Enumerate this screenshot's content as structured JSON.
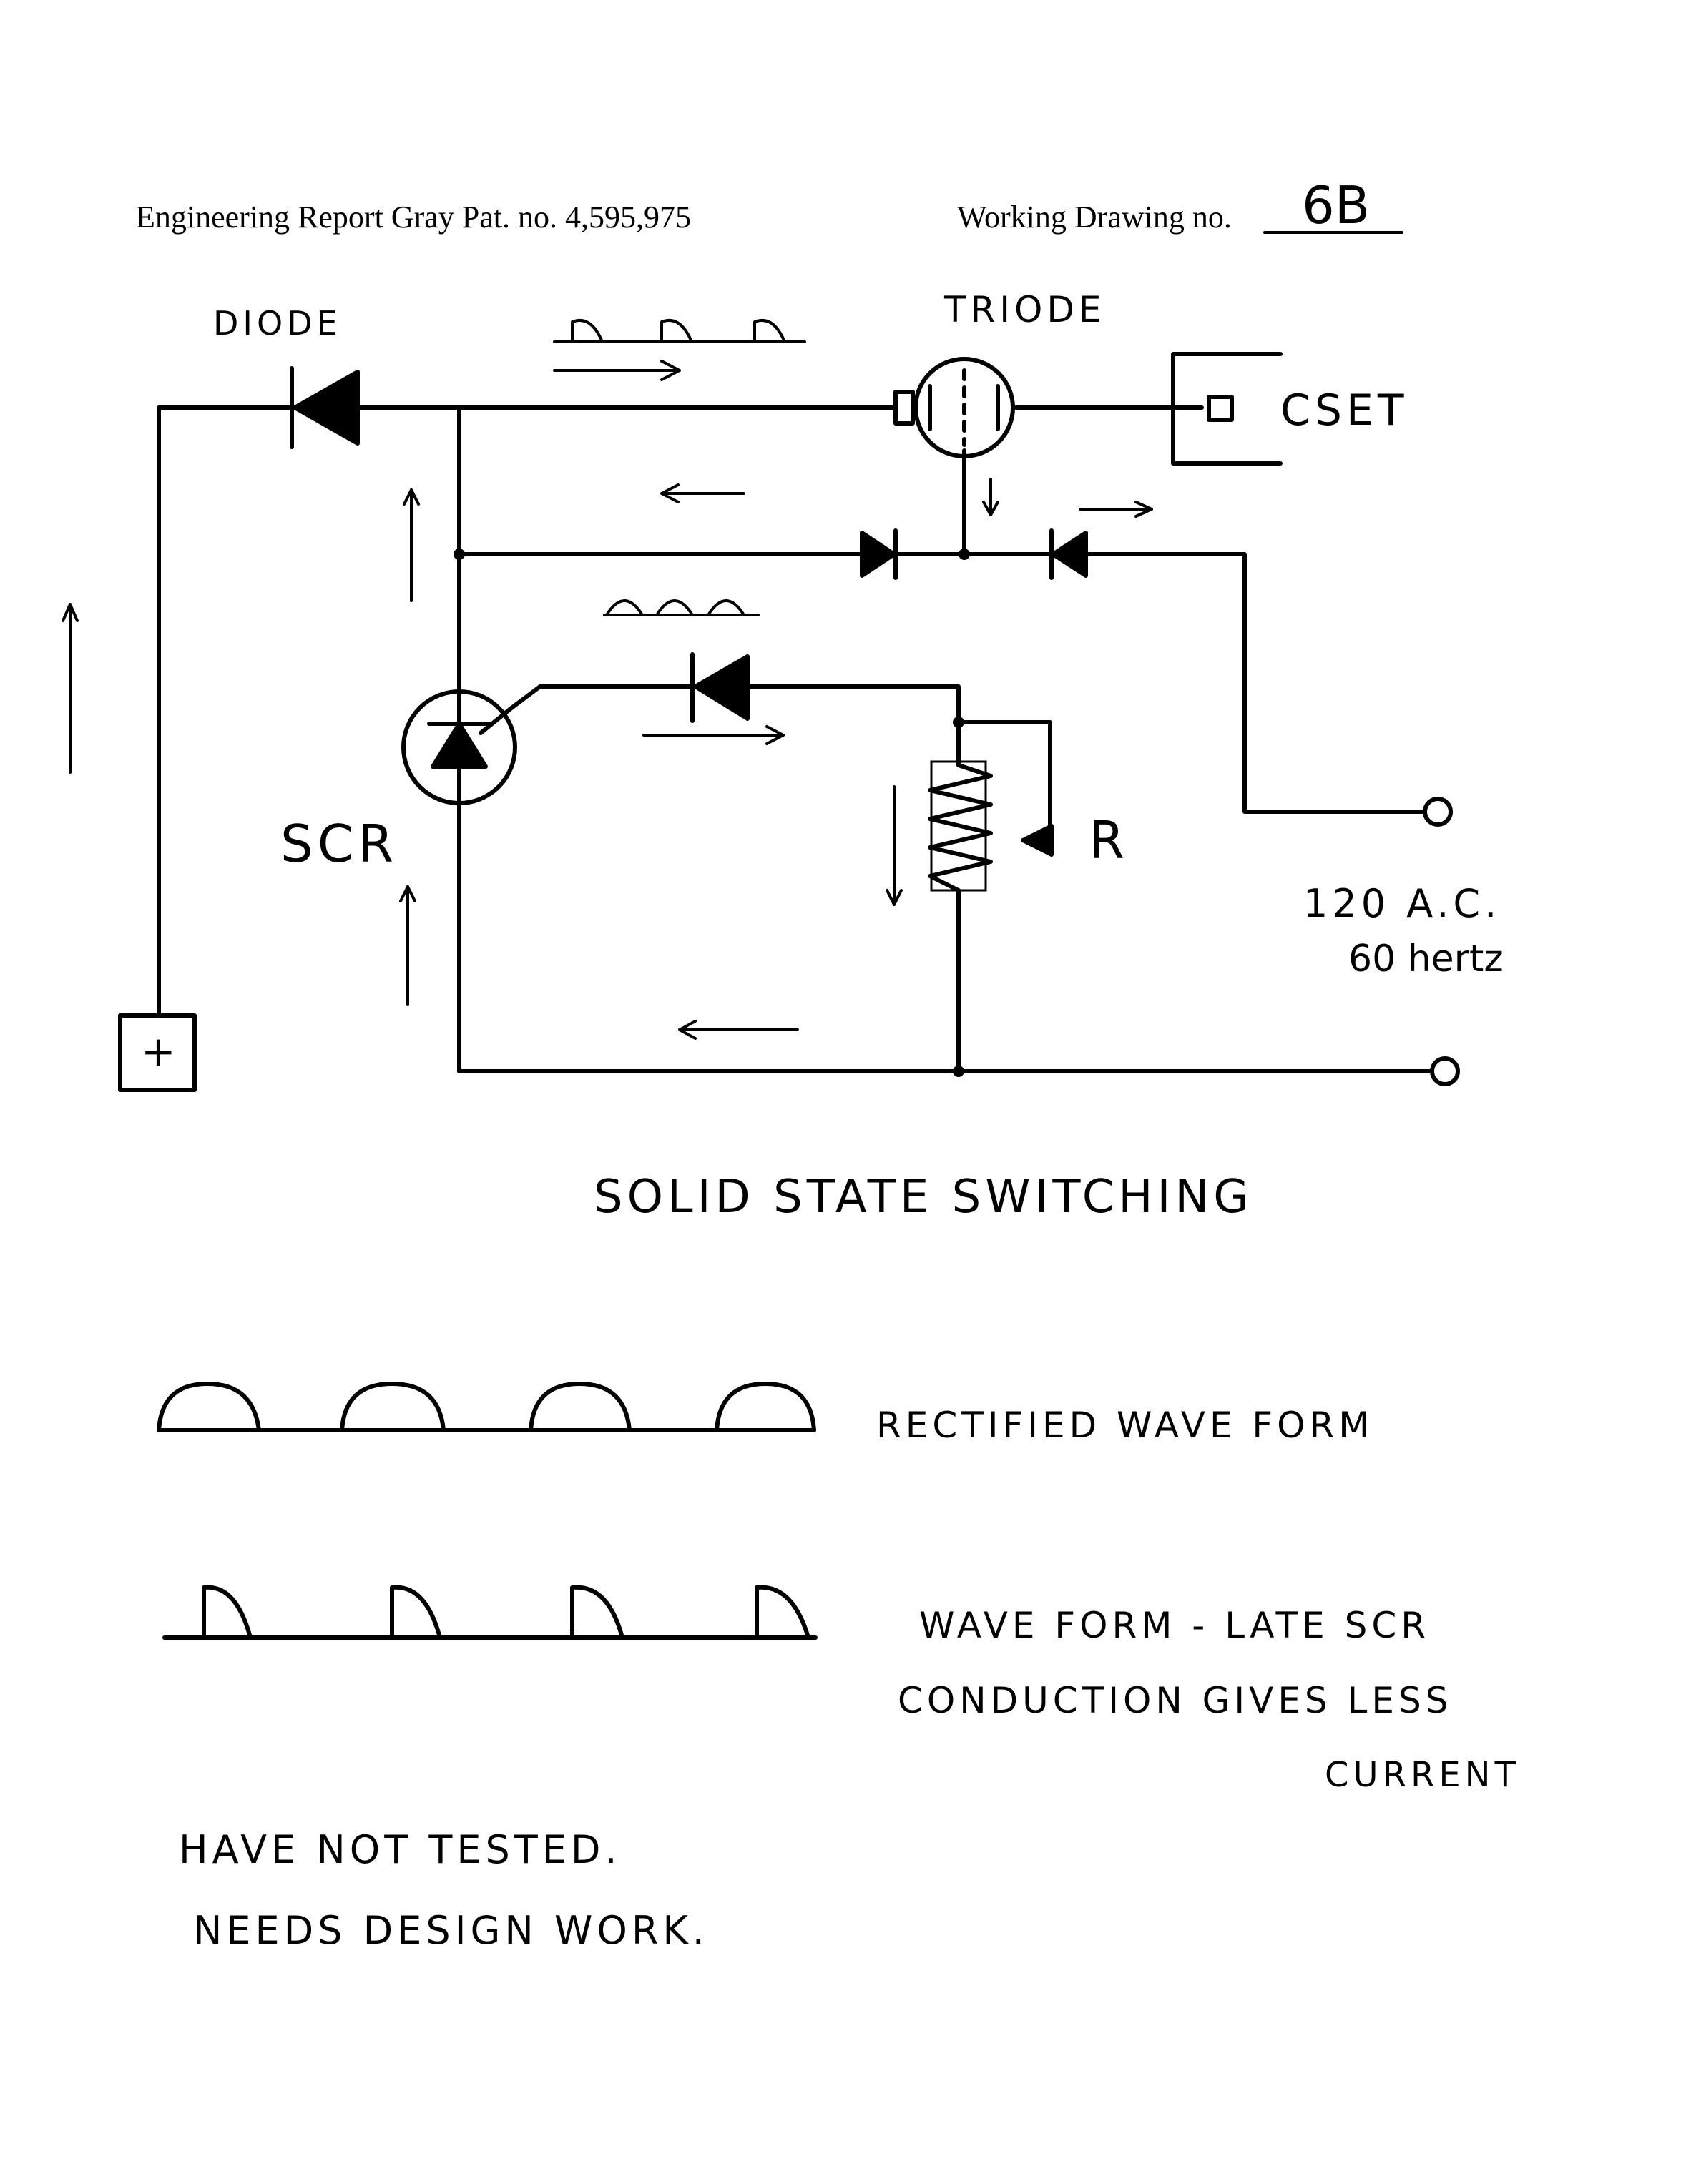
{
  "header": {
    "report": "Engineering Report Gray Pat. no. 4,595,975",
    "drawing_label": "Working Drawing no.",
    "drawing_number": "6B"
  },
  "components": {
    "diode": "DIODE",
    "triode": "TRIODE",
    "cset": "CSET",
    "scr": "SCR",
    "resistor": "R",
    "battery": "+"
  },
  "supply": {
    "voltage": "120 A.C.",
    "frequency": "60 hertz"
  },
  "diagram_title": "SOLID STATE SWITCHING",
  "legend": {
    "rectified": "RECTIFIED WAVE FORM",
    "late_line1": "WAVE FORM - LATE SCR",
    "late_line2": "CONDUCTION GIVES LESS",
    "late_line3": "CURRENT"
  },
  "notes": {
    "line1": "HAVE NOT TESTED.",
    "line2": "NEEDS DESIGN WORK."
  }
}
